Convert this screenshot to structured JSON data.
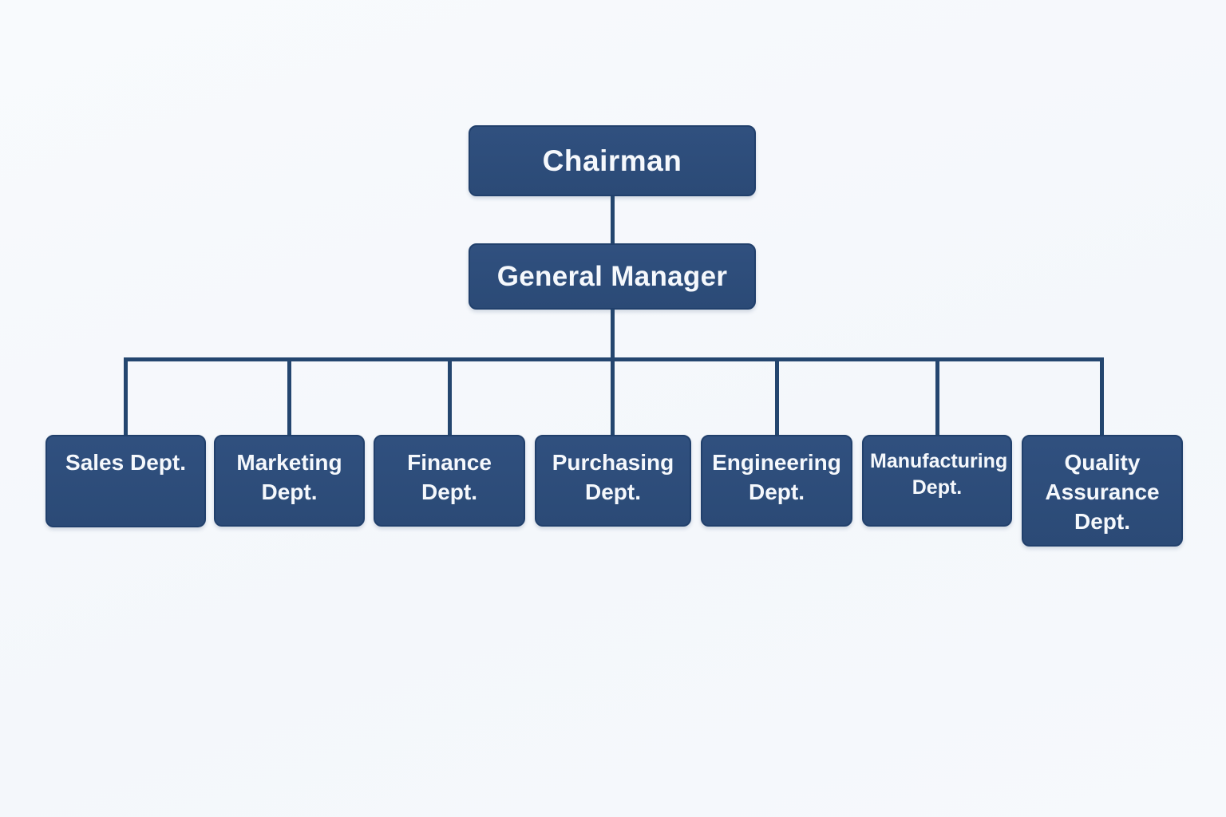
{
  "colors": {
    "background": "#f6f9fc",
    "node_fill": "#2d4c7a",
    "node_border": "#21406c",
    "connector": "#24466f",
    "text": "#f5f8fc"
  },
  "org_chart": {
    "type": "organizational-tree",
    "chairman": {
      "label": "Chairman"
    },
    "general_manager": {
      "label": "General Manager"
    },
    "departments": [
      {
        "label": "Sales Dept."
      },
      {
        "label": "Marketing Dept."
      },
      {
        "label": "Finance Dept."
      },
      {
        "label": "Purchasing Dept."
      },
      {
        "label": "Engineering Dept."
      },
      {
        "label": "Manufacturing Dept."
      },
      {
        "label": "Quality Assurance Dept."
      }
    ]
  }
}
